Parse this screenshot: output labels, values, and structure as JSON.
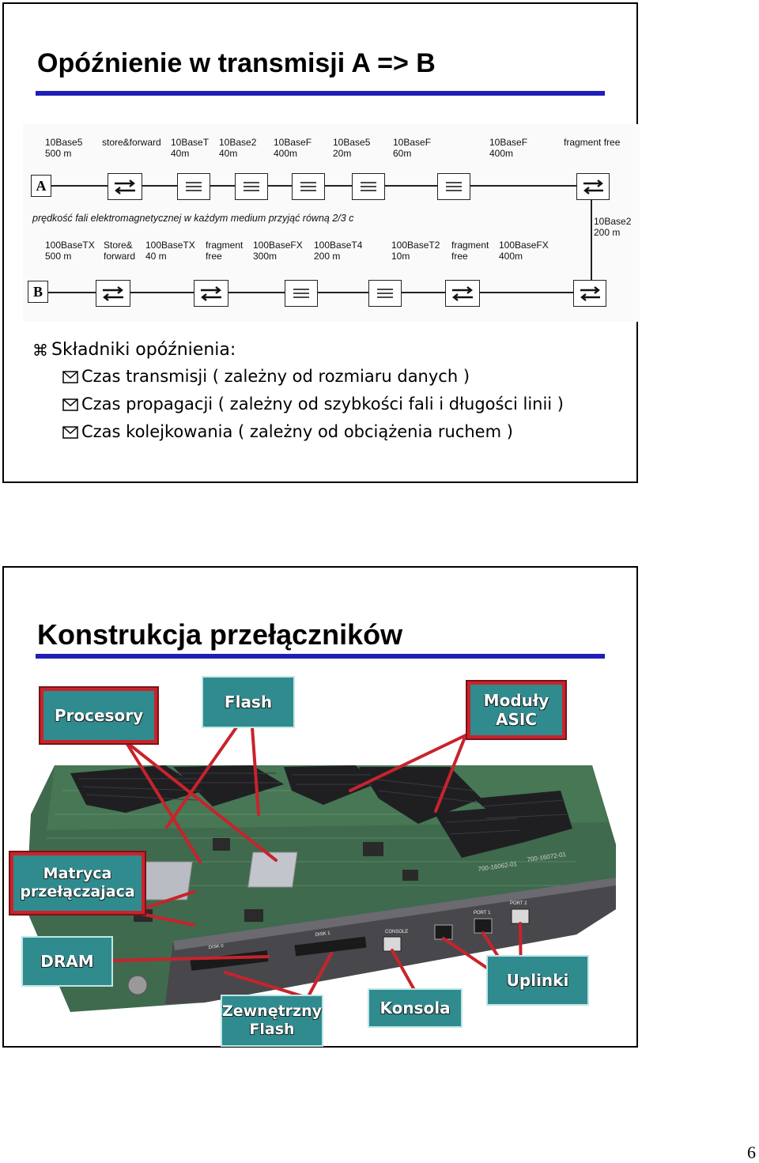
{
  "slide1": {
    "title": "Opóźnienie w transmisji A => B",
    "diagram": {
      "node_a": "A",
      "node_b": "B",
      "speed_note": "prędkość fali elektromagnetycznej w każdym medium przyjąć równą  2/3 c",
      "top_labels": [
        [
          "10Base5",
          "500 m"
        ],
        [
          "store&forward",
          ""
        ],
        [
          "10BaseT",
          "40m"
        ],
        [
          "10Base2",
          "40m"
        ],
        [
          "10BaseF",
          "400m"
        ],
        [
          "10Base5",
          "20m"
        ],
        [
          "10BaseF",
          "60m"
        ],
        [
          "10BaseF",
          "400m"
        ],
        [
          "fragment free",
          ""
        ]
      ],
      "riser_label": [
        "10Base2",
        "200 m"
      ],
      "bottom_labels": [
        [
          "100BaseTX",
          "500 m"
        ],
        [
          "Store&",
          "forward"
        ],
        [
          "100BaseTX",
          "40 m"
        ],
        [
          "fragment",
          "free"
        ],
        [
          "100BaseFX",
          "300m"
        ],
        [
          "100BaseT4",
          "200 m"
        ],
        [
          "100BaseT2",
          "10m"
        ],
        [
          "fragment",
          "free"
        ],
        [
          "100BaseFX",
          "400m"
        ]
      ]
    },
    "heading": "Składniki opóźnienia:",
    "items": [
      "Czas transmisji ( zależny od rozmiaru danych )",
      "Czas propagacji ( zależny od szybkości fali i długości linii )",
      "Czas kolejkowania ( zależny od obciążenia ruchem )"
    ]
  },
  "slide2": {
    "title": "Konstrukcja przełączników",
    "callouts": {
      "procesory": "Procesory",
      "flash": "Flash",
      "moduly_l1": "Moduły",
      "moduly_l2": "ASIC",
      "matryca_l1": "Matryca",
      "matryca_l2": "przełączajaca",
      "dram": "DRAM",
      "zewn_l1": "Zewnętrzny",
      "zewn_l2": "Flash",
      "konsola": "Konsola",
      "uplinki": "Uplinki"
    },
    "board_text": {
      "part1": "700-16062-01",
      "part2": "700-16072-01",
      "console": "CONSOLE",
      "disk0": "DISK 0",
      "disk1": "DISK 1",
      "port1": "PORT 1",
      "port2": "PORT 2"
    }
  },
  "page_number": "6",
  "colors": {
    "title_rule": "#1f1fb8",
    "callout_fill": "#2f8b8e",
    "callout_red_border": "#c8232c",
    "board_green": "#3f6a4d"
  }
}
